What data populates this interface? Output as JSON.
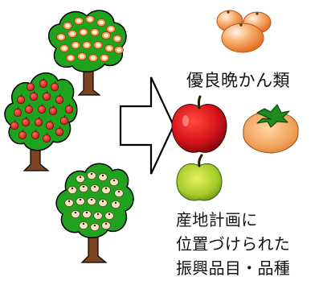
{
  "labels": {
    "citrus": "優良晩かん類",
    "designated_lines": [
      "産地計画に",
      "位置づけられた",
      "振興品目・品種"
    ]
  },
  "colors": {
    "foliage": "#1fa31f",
    "foliage_dark": "#0f6a0f",
    "trunk": "#7a4520",
    "outline": "#000000",
    "citrus": "#f39a4d",
    "apple_red": "#d9161a",
    "apple_green": "#a6cc2a",
    "persimmon": "#f0a05a",
    "pear": "#f5e2c4",
    "arrow_fill": "#ffffff"
  },
  "icons": {
    "tree_citrus": "citrus-tree-icon",
    "tree_apple": "apple-tree-icon",
    "tree_pear": "pear-tree-icon",
    "arrow": "right-arrow-icon",
    "citrus_fruits": "citrus-fruits-icon",
    "red_apple": "red-apple-icon",
    "persimmon": "persimmon-icon",
    "green_apple": "green-apple-icon"
  }
}
